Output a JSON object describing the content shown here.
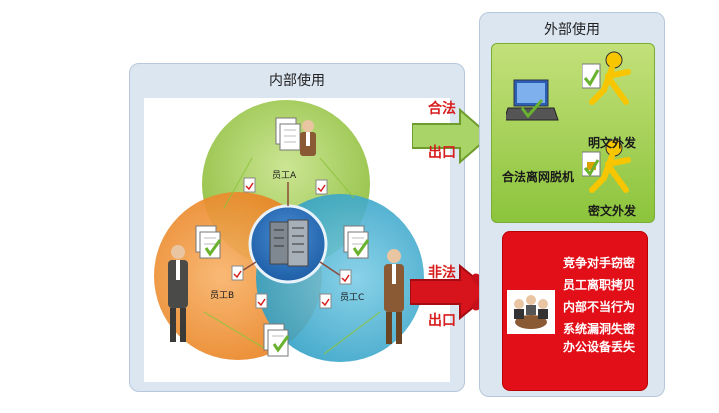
{
  "internal": {
    "title": "内部使用",
    "employees": [
      "员工A",
      "员工B",
      "员工C"
    ]
  },
  "external": {
    "title": "外部使用",
    "green_items": {
      "plain_send": "明文外发",
      "legal_offline": "合法离网脱机",
      "encrypted_send": "密文外发"
    },
    "red_items": [
      "竞争对手窃密",
      "员工离职拷贝",
      "内部不当行为",
      "系统漏洞失密",
      "办公设备丢失"
    ]
  },
  "flows": {
    "legal": "合法",
    "illegal": "非法",
    "exit_top": "出口",
    "exit_bottom": "出口"
  },
  "colors": {
    "green_circle": "#a8cf5a",
    "orange_circle": "#f39a3c",
    "blue_circle": "#4fb6d4",
    "legal_arrow": "#8cc43c",
    "illegal_arrow": "#d7141c"
  }
}
